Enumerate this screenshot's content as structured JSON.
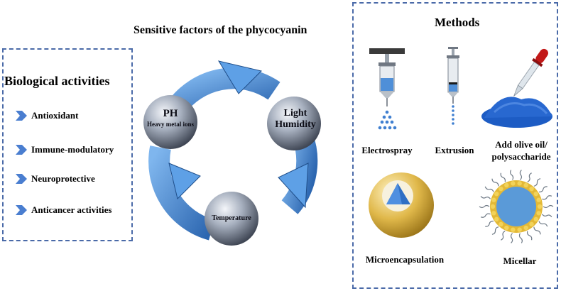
{
  "center": {
    "title": "Sensitive factors of the phycocyanin",
    "factors": {
      "ph": "PH",
      "metal": "Heavy metal ions",
      "light": "Light",
      "humidity": "Humidity",
      "temperature": "Temperature"
    }
  },
  "biological": {
    "title": "Biological activities",
    "items": [
      {
        "label": "Antioxidant"
      },
      {
        "label": "Immune-modulatory"
      },
      {
        "label": "Neuroprotective"
      },
      {
        "label": "Anticancer activities"
      }
    ]
  },
  "methods": {
    "title": "Methods",
    "electrospray": "Electrospray",
    "extrusion": "Extrusion",
    "olive_line1": "Add olive oil/",
    "olive_line2": "polysaccharide",
    "microencapsulation": "Microencapsulation",
    "micellar": "Micellar"
  },
  "colors": {
    "frame_dash": "#4a6aa8",
    "arrow_blue": "#3a7fc8",
    "chevron_blue": "#4a7ed0",
    "sphere_gray": "#8b96a8",
    "capsule_gold": "#e0b84a",
    "micelle_blue": "#5a9ad8",
    "powder_blue": "#1f5ec8",
    "dropper_red": "#c21818"
  }
}
